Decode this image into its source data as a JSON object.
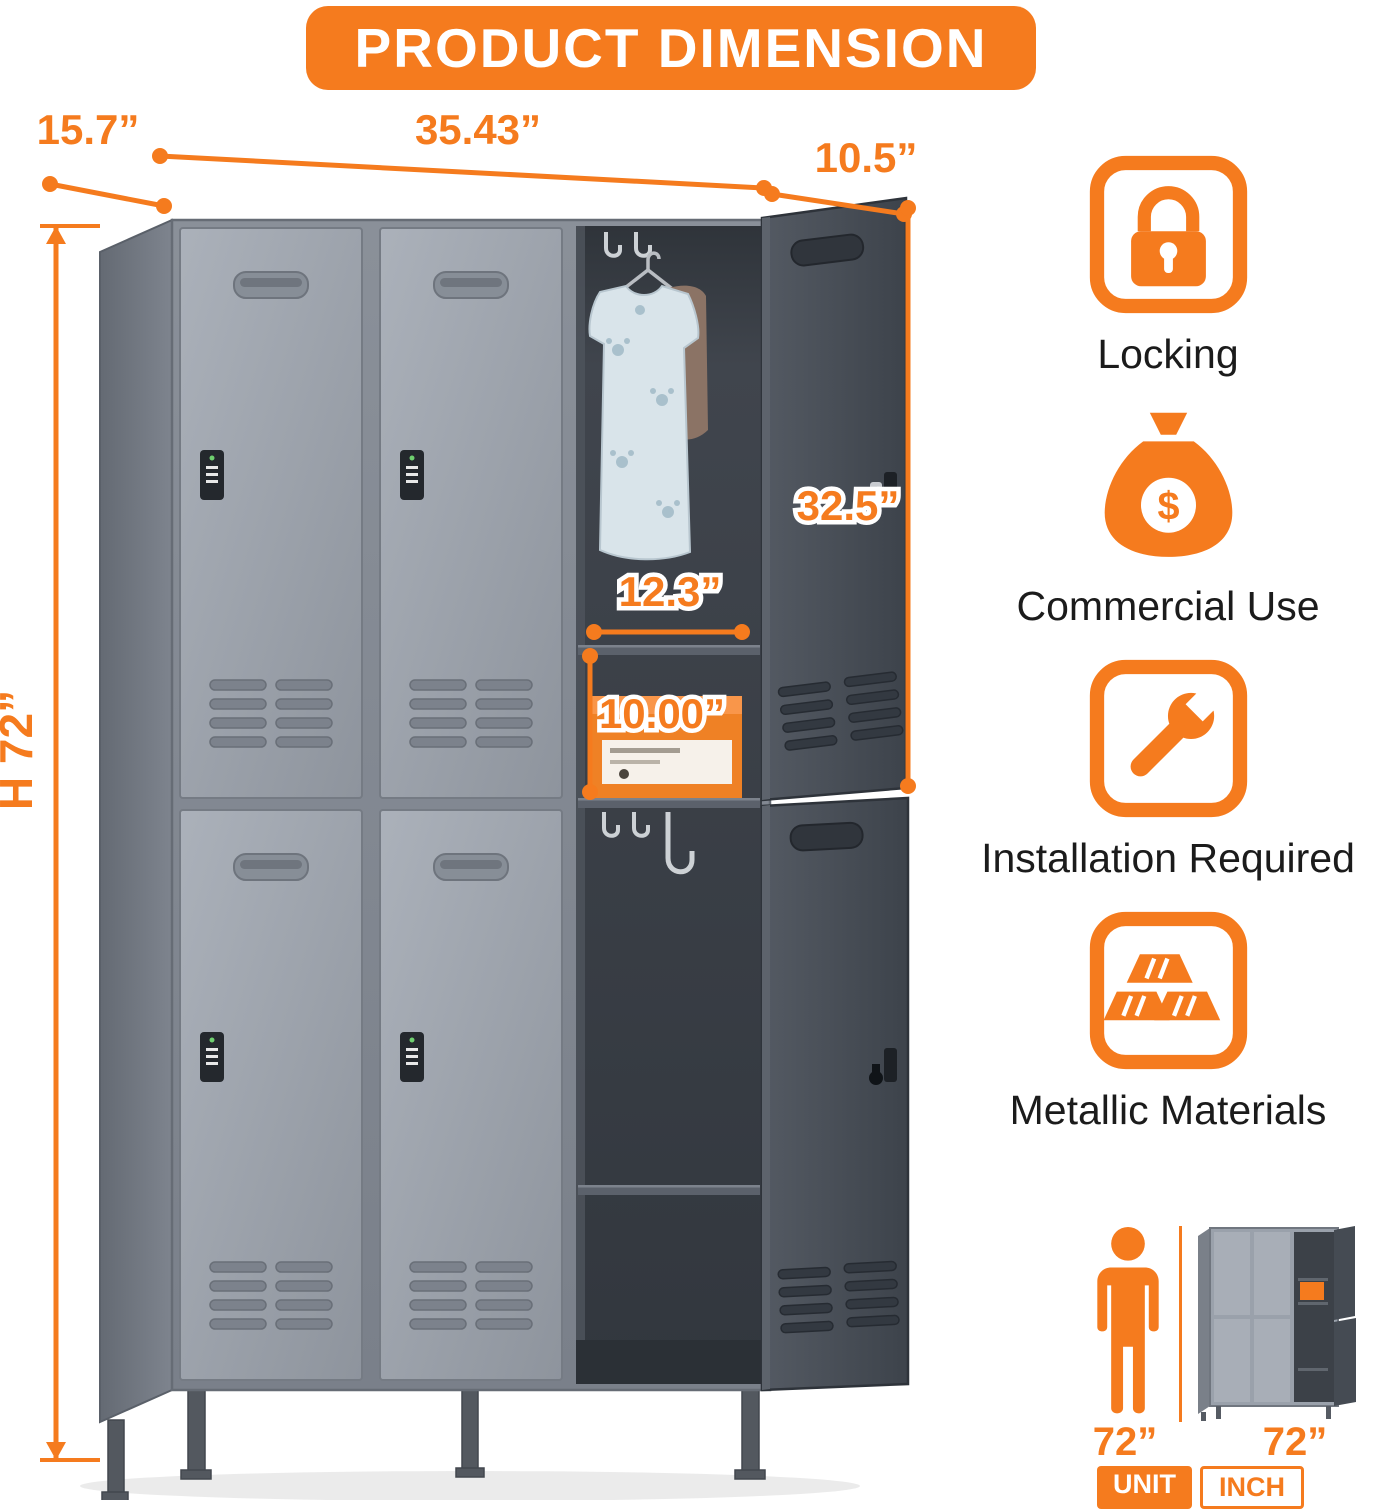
{
  "title": "PRODUCT DIMENSION",
  "colors": {
    "accent": "#F57B1E",
    "locker_gray": "#99A0A9",
    "open_door_gray": "#464C54"
  },
  "dimensions": {
    "depth": "15.7”",
    "width": "35.43”",
    "open_door_width": "10.5”",
    "open_door_height": "32.5”",
    "compartment_width": "12.3”",
    "cubby_height": "10.00”",
    "overall_height": "H 72”"
  },
  "features": [
    {
      "icon": "lock-icon",
      "label": "Locking"
    },
    {
      "icon": "money-bag-icon",
      "label": "Commercial Use",
      "symbol": "$"
    },
    {
      "icon": "wrench-icon",
      "label": "Installation Required"
    },
    {
      "icon": "gold-ingots-icon",
      "label": "Metallic Materials"
    }
  ],
  "scale": {
    "person_height": "72”",
    "locker_height": "72”",
    "unit_badge": "UNIT",
    "inch_badge": "INCH"
  }
}
